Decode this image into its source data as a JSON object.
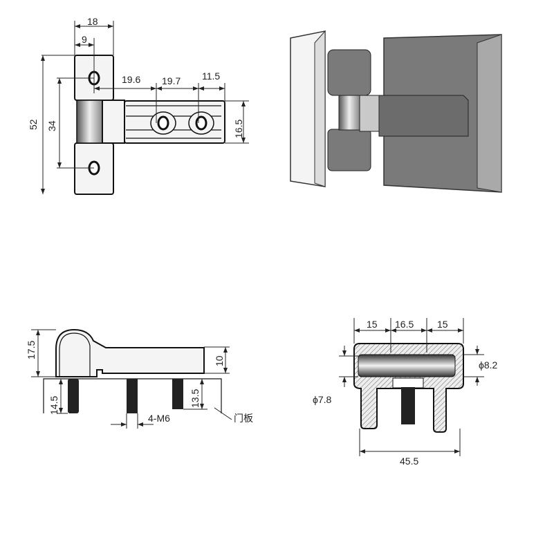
{
  "views": {
    "top_view": {
      "dims": {
        "overall_width": "18",
        "hole_offset": "9",
        "overall_height": "52",
        "hole_spacing": "34",
        "arm_hole_1": "19.6",
        "arm_hole_2": "19.7",
        "arm_end": "11.5",
        "arm_height": "16.5"
      }
    },
    "side_view": {
      "dims": {
        "total_height": "17.5",
        "arm_thickness": "10",
        "stud_left": "14.5",
        "stud_right": "13.5",
        "thread": "4-M6"
      },
      "door_panel_label": "门板"
    },
    "section_view": {
      "dims": {
        "left": "15",
        "middle": "16.5",
        "right": "15",
        "total_width": "45.5",
        "pin_diameter": "ϕ8.2",
        "leg_diameter": "ϕ7.8"
      }
    }
  },
  "colors": {
    "line": "#111111",
    "panel": "#7a7a7a",
    "metal": "#c9c9c9"
  }
}
